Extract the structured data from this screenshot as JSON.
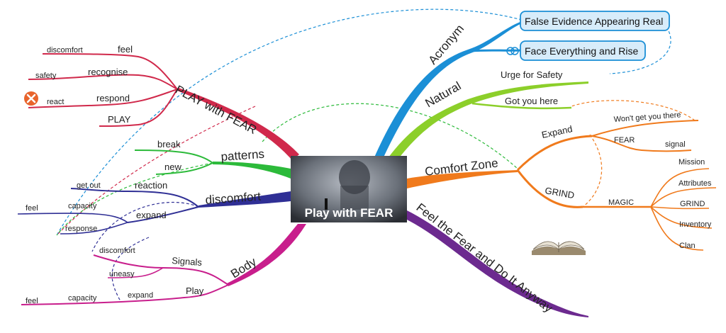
{
  "center": {
    "title": "Play with FEAR"
  },
  "acronym": {
    "label": "Acronym",
    "items": [
      "False Evidence Appearing Real",
      "Face Everything and Rise"
    ]
  },
  "natural": {
    "label": "Natural",
    "items": [
      "Urge for Safety",
      "Got you here"
    ]
  },
  "comfort_zone": {
    "label": "Comfort Zone",
    "expand": {
      "label": "Expand",
      "items": [
        "Won't get you there",
        "FEAR"
      ],
      "signal": "signal"
    },
    "grind": {
      "label": "GRIND",
      "magic": "MAGIC",
      "magic_items": [
        "Mission",
        "Attributes",
        "GRIND",
        "Inventory",
        "Clan"
      ]
    }
  },
  "feel_fear": {
    "label": "Feel the Fear and Do It Anyway"
  },
  "play_with_fear": {
    "label": "PLAY with FEAR",
    "items": [
      "feel",
      "recognise",
      "respond",
      "PLAY"
    ],
    "sub": [
      "discomfort",
      "safety",
      "react"
    ]
  },
  "patterns": {
    "label": "patterns",
    "items": [
      "break",
      "new"
    ]
  },
  "discomfort": {
    "label": "discomfort",
    "reaction": "reaction",
    "get_out": "get out",
    "expand": "expand",
    "feel": "feel",
    "capacity": "capacity",
    "response": "response"
  },
  "body": {
    "label": "Body",
    "signals": "Signals",
    "play": "Play",
    "discomfort": "discomfort",
    "uneasy": "uneasy",
    "expand": "expand",
    "capacity": "capacity",
    "feel": "feel"
  },
  "colors": {
    "acronym": "#1b8fd6",
    "natural": "#8ccf2a",
    "comfort": "#f07a1c",
    "feel": "#6c2a8f",
    "play": "#d0294b",
    "patterns": "#2cba3a",
    "discomfort": "#2f2f95",
    "body": "#c81e8c"
  }
}
